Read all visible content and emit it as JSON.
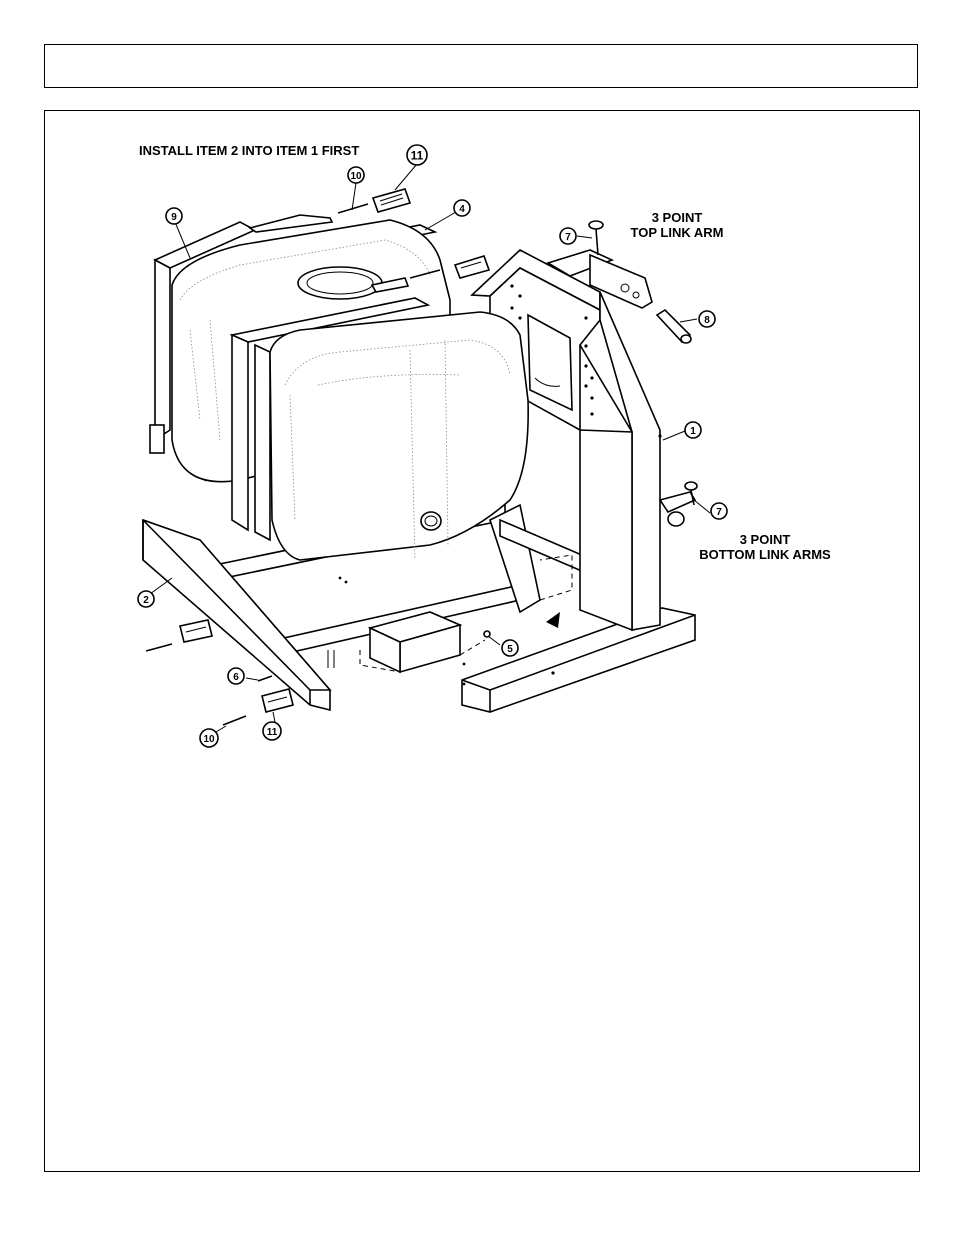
{
  "header": {
    "title": ""
  },
  "diagram": {
    "instruction": "INSTALL ITEM 2 INTO ITEM 1 FIRST",
    "labels": {
      "top_link_line1": "3 POINT",
      "top_link_line2": "TOP LINK ARM",
      "bottom_link_line1": "3 POINT",
      "bottom_link_line2": "BOTTOM LINK ARMS"
    },
    "callouts": {
      "c1": "1",
      "c2": "2",
      "c4": "4",
      "c5": "5",
      "c6": "6",
      "c7a": "7",
      "c7b": "7",
      "c8": "8",
      "c9": "9",
      "c10a": "10",
      "c10b": "10",
      "c11a": "11",
      "c11b": "11"
    }
  }
}
